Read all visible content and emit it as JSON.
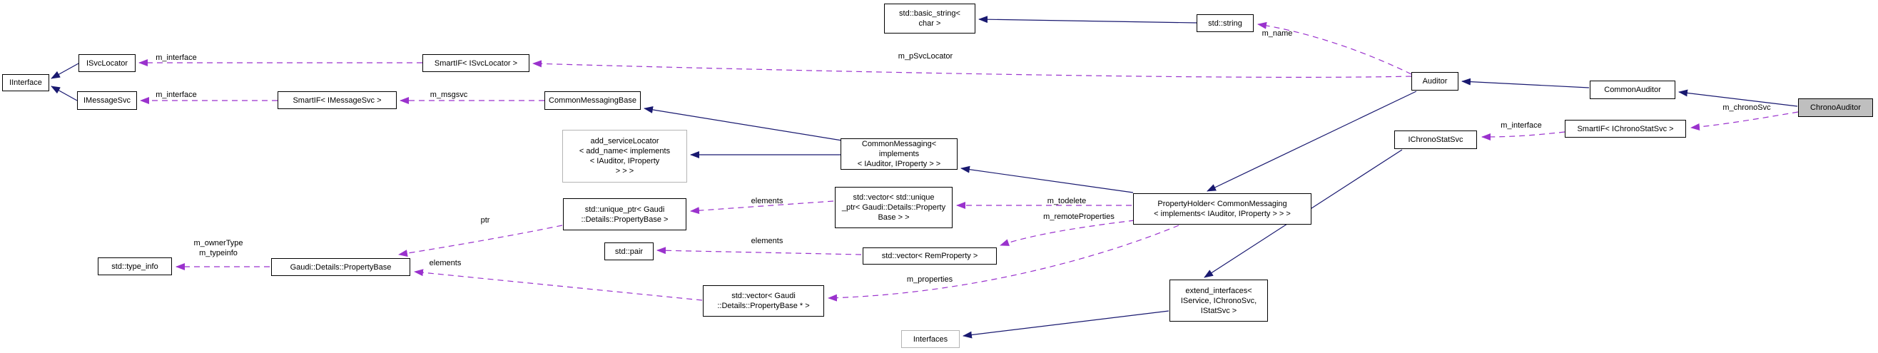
{
  "diagram": {
    "type": "collaboration-graph",
    "colors": {
      "inheritance_edge": "#191970",
      "usage_edge": "#9a32cd",
      "subject_fill": "#bfbfbf",
      "box_border": "#000000",
      "helper_border": "#b4b4b4",
      "background": "#ffffff"
    },
    "nodes": [
      {
        "id": "iinterface",
        "label": "IInterface",
        "kind": "class"
      },
      {
        "id": "isvclocator",
        "label": "ISvcLocator",
        "kind": "class"
      },
      {
        "id": "imessagesvc",
        "label": "IMessageSvc",
        "kind": "class"
      },
      {
        "id": "smartif_isvclocator",
        "label": "SmartIF< ISvcLocator >",
        "kind": "class"
      },
      {
        "id": "smartif_imessagesvc",
        "label": "SmartIF< IMessageSvc >",
        "kind": "class"
      },
      {
        "id": "commonmessagingbase",
        "label": "CommonMessagingBase",
        "kind": "class"
      },
      {
        "id": "add_servicelocator",
        "label": "add_serviceLocator\n< add_name< implements\n< IAuditor, IProperty\n> > >",
        "kind": "helper"
      },
      {
        "id": "std_basic_string",
        "label": "std::basic_string<\nchar >",
        "kind": "std"
      },
      {
        "id": "std_string",
        "label": "std::string",
        "kind": "std"
      },
      {
        "id": "commonmessaging",
        "label": "CommonMessaging< implements\n< IAuditor, IProperty > >",
        "kind": "class"
      },
      {
        "id": "propertyholder",
        "label": "PropertyHolder< CommonMessaging\n< implements< IAuditor, IProperty > > >",
        "kind": "class"
      },
      {
        "id": "vector_uniqueptr",
        "label": "std::vector< std::unique\n_ptr< Gaudi::Details::Property\nBase > >",
        "kind": "std"
      },
      {
        "id": "std_uniqueptr",
        "label": "std::unique_ptr< Gaudi\n::Details::PropertyBase >",
        "kind": "std"
      },
      {
        "id": "std_pair",
        "label": "std::pair",
        "kind": "std"
      },
      {
        "id": "vector_remproperty",
        "label": "std::vector< RemProperty >",
        "kind": "std"
      },
      {
        "id": "vector_propertybase_ptr",
        "label": "std::vector< Gaudi\n::Details::PropertyBase * >",
        "kind": "std"
      },
      {
        "id": "gaudi_propertybase",
        "label": "Gaudi::Details::PropertyBase",
        "kind": "class"
      },
      {
        "id": "std_type_info",
        "label": "std::type_info",
        "kind": "std"
      },
      {
        "id": "extend_interfaces",
        "label": "extend_interfaces<\nIService, IChronoSvc,\nIStatSvc >",
        "kind": "class"
      },
      {
        "id": "interfaces",
        "label": "Interfaces",
        "kind": "helper"
      },
      {
        "id": "auditor",
        "label": "Auditor",
        "kind": "class"
      },
      {
        "id": "commonauditor",
        "label": "CommonAuditor",
        "kind": "class"
      },
      {
        "id": "chronoauditor",
        "label": "ChronoAuditor",
        "kind": "subject"
      },
      {
        "id": "smartif_ichronostatsvc",
        "label": "SmartIF< IChronoStatSvc >",
        "kind": "class"
      },
      {
        "id": "ichronostatsvc",
        "label": "IChronoStatSvc",
        "kind": "class"
      }
    ],
    "edges": [
      {
        "from": "isvclocator",
        "to": "iinterface",
        "label": "",
        "relation": "inheritance"
      },
      {
        "from": "imessagesvc",
        "to": "iinterface",
        "label": "",
        "relation": "inheritance"
      },
      {
        "from": "std_string",
        "to": "std_basic_string",
        "label": "",
        "relation": "inheritance"
      },
      {
        "from": "commonmessaging",
        "to": "commonmessagingbase",
        "label": "",
        "relation": "inheritance"
      },
      {
        "from": "commonmessaging",
        "to": "add_servicelocator",
        "label": "",
        "relation": "inheritance"
      },
      {
        "from": "propertyholder",
        "to": "commonmessaging",
        "label": "",
        "relation": "inheritance"
      },
      {
        "from": "auditor",
        "to": "propertyholder",
        "label": "",
        "relation": "inheritance"
      },
      {
        "from": "commonauditor",
        "to": "auditor",
        "label": "",
        "relation": "inheritance"
      },
      {
        "from": "chronoauditor",
        "to": "commonauditor",
        "label": "",
        "relation": "inheritance"
      },
      {
        "from": "ichronostatsvc",
        "to": "extend_interfaces",
        "label": "",
        "relation": "inheritance"
      },
      {
        "from": "extend_interfaces",
        "to": "interfaces",
        "label": "",
        "relation": "inheritance"
      },
      {
        "from": "smartif_isvclocator",
        "to": "isvclocator",
        "label": "m_interface",
        "relation": "usage"
      },
      {
        "from": "smartif_imessagesvc",
        "to": "imessagesvc",
        "label": "m_interface",
        "relation": "usage"
      },
      {
        "from": "commonmessagingbase",
        "to": "smartif_imessagesvc",
        "label": "m_msgsvc",
        "relation": "usage"
      },
      {
        "from": "auditor",
        "to": "smartif_isvclocator",
        "label": "m_pSvcLocator",
        "relation": "usage"
      },
      {
        "from": "auditor",
        "to": "std_string",
        "label": "m_name",
        "relation": "usage"
      },
      {
        "from": "chronoauditor",
        "to": "smartif_ichronostatsvc",
        "label": "m_chronoSvc",
        "relation": "usage"
      },
      {
        "from": "smartif_ichronostatsvc",
        "to": "ichronostatsvc",
        "label": "m_interface",
        "relation": "usage"
      },
      {
        "from": "propertyholder",
        "to": "vector_uniqueptr",
        "label": "m_todelete",
        "relation": "usage"
      },
      {
        "from": "propertyholder",
        "to": "vector_remproperty",
        "label": "m_remoteProperties",
        "relation": "usage"
      },
      {
        "from": "propertyholder",
        "to": "vector_propertybase_ptr",
        "label": "m_properties",
        "relation": "usage"
      },
      {
        "from": "vector_uniqueptr",
        "to": "std_uniqueptr",
        "label": "elements",
        "relation": "usage"
      },
      {
        "from": "vector_remproperty",
        "to": "std_pair",
        "label": "elements",
        "relation": "usage"
      },
      {
        "from": "vector_propertybase_ptr",
        "to": "gaudi_propertybase",
        "label": "elements",
        "relation": "usage"
      },
      {
        "from": "std_uniqueptr",
        "to": "gaudi_propertybase",
        "label": "ptr",
        "relation": "usage"
      },
      {
        "from": "gaudi_propertybase",
        "to": "std_type_info",
        "label": "m_ownerType\nm_typeinfo",
        "relation": "usage"
      }
    ]
  }
}
